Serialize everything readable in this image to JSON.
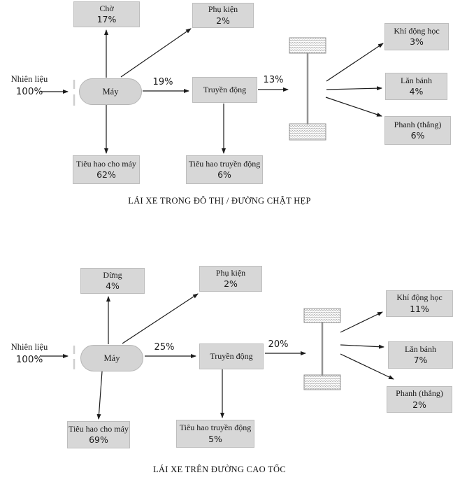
{
  "colors": {
    "box_fill": "#d7d7d7",
    "box_border": "#bdbdbd",
    "node_fill": "#d4d4d4",
    "arrow": "#1c1c1c",
    "axle_gray": "#949494",
    "wheel_border": "#909090",
    "wheel_hatch": "#a0a0a0"
  },
  "diagrams": [
    {
      "caption": "LÁI XE TRONG ĐÔ THỊ / ĐƯỜNG CHẬT HẸP",
      "fuel": {
        "label": "Nhiên liệu",
        "value": "100%"
      },
      "engine": {
        "label": "Máy"
      },
      "idle": {
        "label": "Chờ",
        "value": "17%"
      },
      "accessories": {
        "label": "Phụ kiện",
        "value": "2%"
      },
      "engine_loss": {
        "label": "Tiêu hao cho máy",
        "value": "62%"
      },
      "engine_to_transmission": "19%",
      "transmission": {
        "label": "Truyền động"
      },
      "transmission_loss": {
        "label": "Tiêu hao truyền động",
        "value": "6%"
      },
      "transmission_to_wheels": "13%",
      "aerodynamics": {
        "label": "Khí động học",
        "value": "3%"
      },
      "rolling": {
        "label": "Lăn bánh",
        "value": "4%"
      },
      "braking": {
        "label": "Phanh (thắng)",
        "value": "6%"
      }
    },
    {
      "caption": "LÁI XE TRÊN ĐƯỜNG CAO TỐC",
      "fuel": {
        "label": "Nhiên liệu",
        "value": "100%"
      },
      "engine": {
        "label": "Máy"
      },
      "idle": {
        "label": "Dừng",
        "value": "4%"
      },
      "accessories": {
        "label": "Phụ kiện",
        "value": "2%"
      },
      "engine_loss": {
        "label": "Tiêu hao cho máy",
        "value": "69%"
      },
      "engine_to_transmission": "25%",
      "transmission": {
        "label": "Truyền động"
      },
      "transmission_loss": {
        "label": "Tiêu hao truyền động",
        "value": "5%"
      },
      "transmission_to_wheels": "20%",
      "aerodynamics": {
        "label": "Khí động học",
        "value": "11%"
      },
      "rolling": {
        "label": "Lăn bánh",
        "value": "7%"
      },
      "braking": {
        "label": "Phanh (thắng)",
        "value": "2%"
      }
    }
  ]
}
